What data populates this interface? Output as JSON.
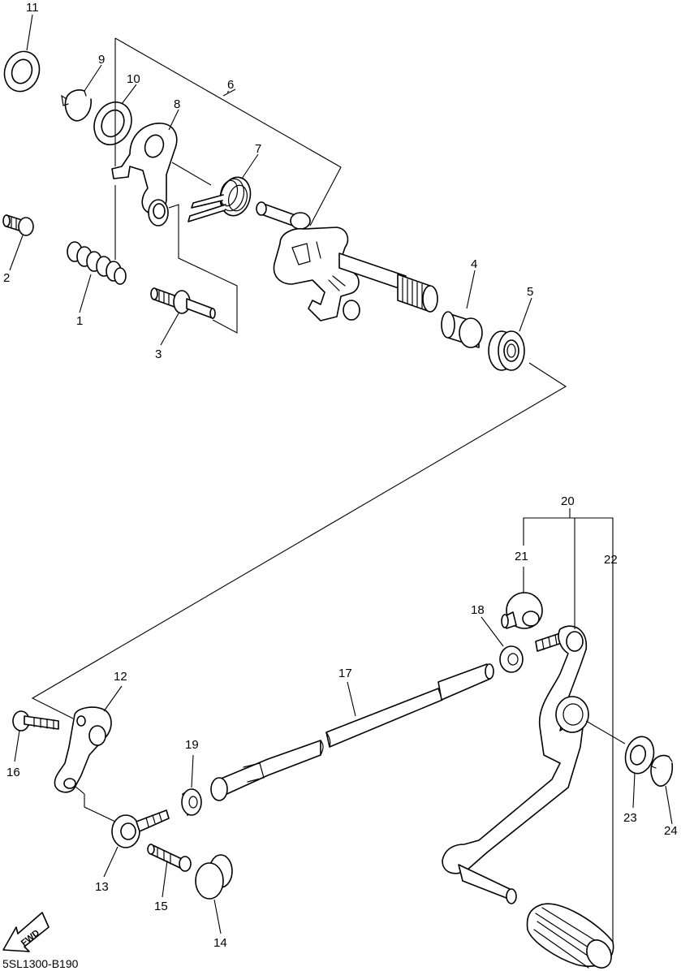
{
  "diagram_code": "5SL1300-B190",
  "fwd_label": "FWD",
  "callouts": [
    "1",
    "2",
    "3",
    "4",
    "5",
    "6",
    "7",
    "8",
    "9",
    "10",
    "11",
    "12",
    "13",
    "14",
    "15",
    "16",
    "17",
    "18",
    "19",
    "20",
    "21",
    "22",
    "23",
    "24"
  ]
}
